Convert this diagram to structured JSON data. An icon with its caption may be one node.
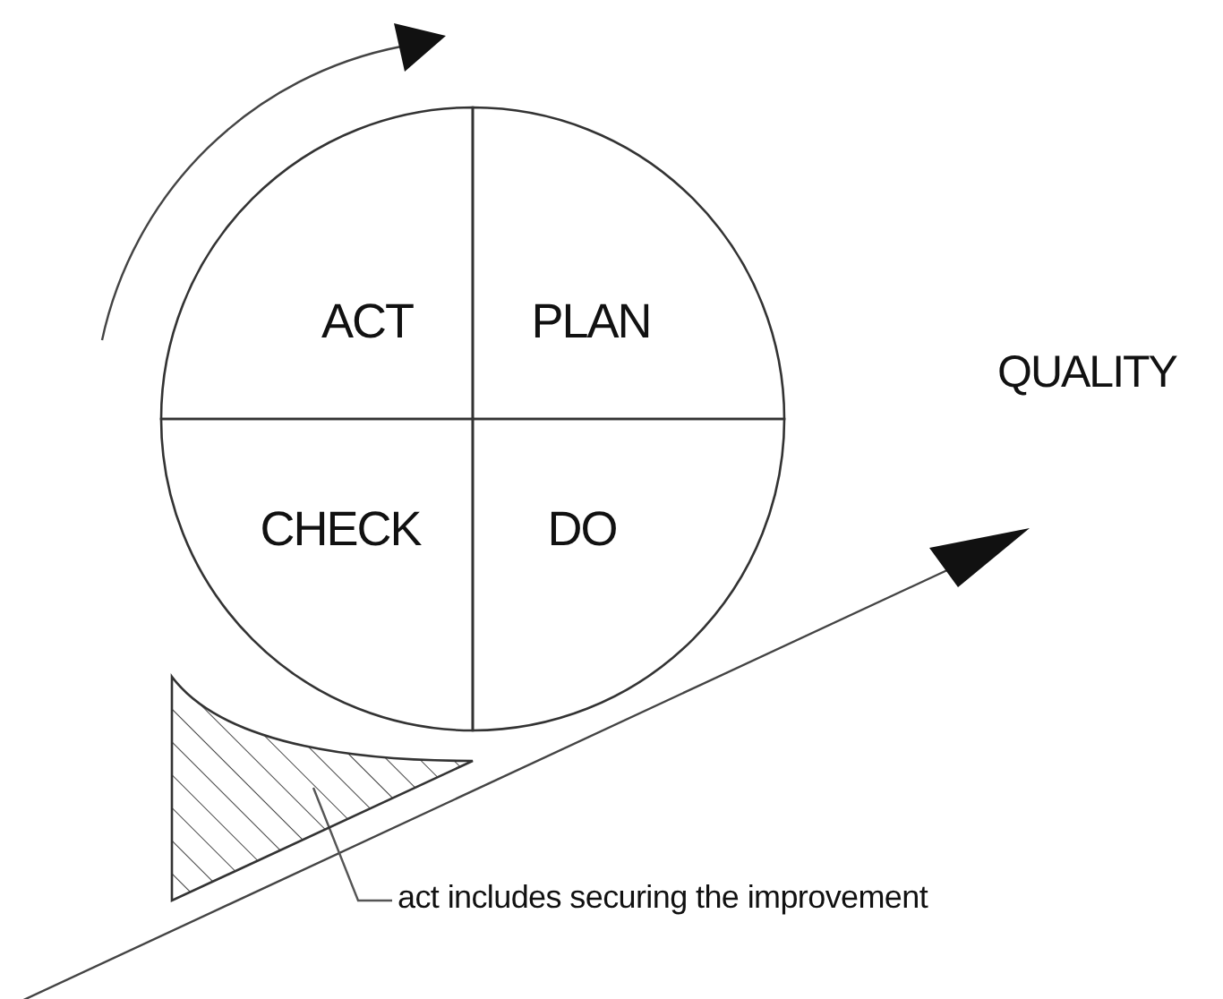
{
  "diagram": {
    "nodes": [
      {
        "text": [
          "ACT"
        ]
      },
      {
        "text": [
          "PLAN"
        ]
      },
      {
        "text": [
          "CHECK"
        ]
      },
      {
        "text": [
          "DO"
        ]
      },
      {
        "text": [
          "act includes securing the improvement"
        ]
      },
      {
        "text": [],
        "shape": "wedge"
      }
    ],
    "edges": [
      {
        "from": 4,
        "to": 5,
        "arrow": "none"
      }
    ],
    "labels": [
      "QUALITY"
    ]
  }
}
